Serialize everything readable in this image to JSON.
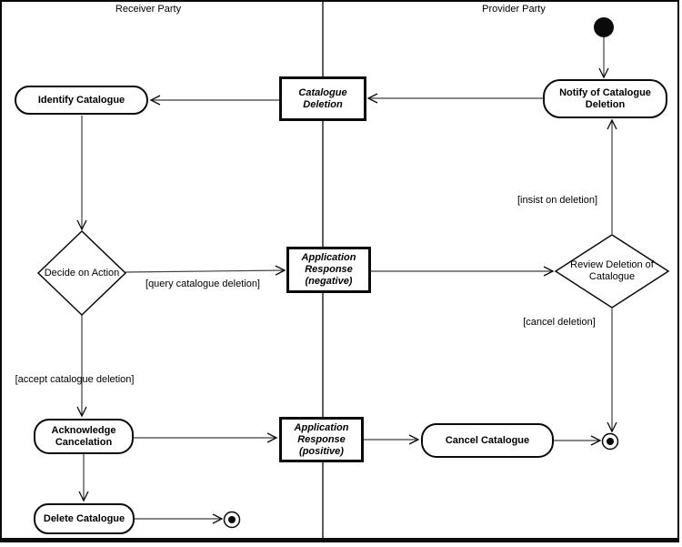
{
  "lanes": {
    "receiver": {
      "label": "Receiver Party"
    },
    "provider": {
      "label": "Provider Party"
    }
  },
  "nodes": {
    "identify_catalogue": {
      "label": "Identify Catalogue",
      "type": "activity"
    },
    "catalogue_deletion": {
      "label": "Catalogue Deletion",
      "type": "signal"
    },
    "notify_of_catalogue_deletion": {
      "label": "Notify of Catalogue Deletion",
      "type": "activity"
    },
    "decide_on_action": {
      "label": "Decide on Action",
      "type": "decision"
    },
    "application_response_negative": {
      "label": "Application Response (negative)",
      "type": "signal"
    },
    "review_deletion_of_catalogue": {
      "label": "Review Deletion of Catalogue",
      "type": "decision"
    },
    "acknowledge_cancelation": {
      "label": "Acknowledge Cancelation",
      "type": "activity"
    },
    "application_response_positive": {
      "label": "Application Response (positive)",
      "type": "signal"
    },
    "cancel_catalogue": {
      "label": "Cancel Catalogue",
      "type": "activity"
    },
    "delete_catalogue": {
      "label": "Delete Catalogue",
      "type": "activity"
    }
  },
  "edge_labels": {
    "query": "[query catalogue deletion]",
    "insist": "[insist on deletion]",
    "cancel": "[cancel deletion]",
    "accept": "[accept catalogue deletion]"
  },
  "colors": {
    "background": "#ffffff",
    "node-fill": "#ffffff",
    "border": "#0a0a0a",
    "line": "#3f3f3f",
    "text": "#000000"
  }
}
